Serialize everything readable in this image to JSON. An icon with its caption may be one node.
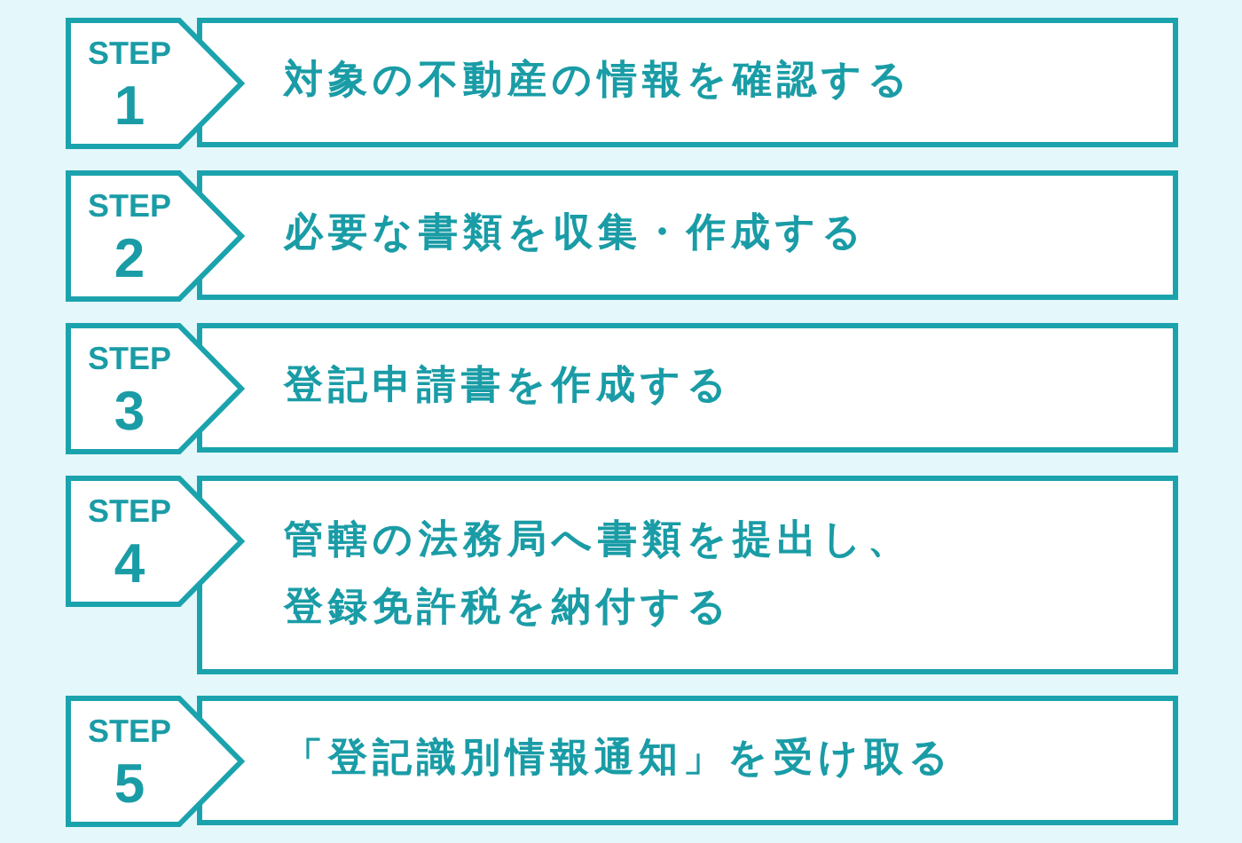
{
  "diagram": {
    "nodes": [
      {
        "text": [
          "STEP",
          "1"
        ]
      },
      {
        "text": [
          "対象の不動産の情報を確認する"
        ]
      },
      {
        "text": [
          "STEP",
          "2"
        ]
      },
      {
        "text": [
          "必要な書類を収集・作成する"
        ]
      },
      {
        "text": [
          "STEP",
          "3"
        ]
      },
      {
        "text": [
          "登記申請書を作成する"
        ]
      },
      {
        "text": [
          "STEP",
          "4"
        ]
      },
      {
        "text": [
          "管轄の法務局へ書類を提出し、登録免許税を納付する"
        ]
      },
      {
        "text": [
          "STEP",
          "5"
        ]
      },
      {
        "text": [
          "「登記識別情報通知」を受け取る"
        ]
      }
    ]
  }
}
